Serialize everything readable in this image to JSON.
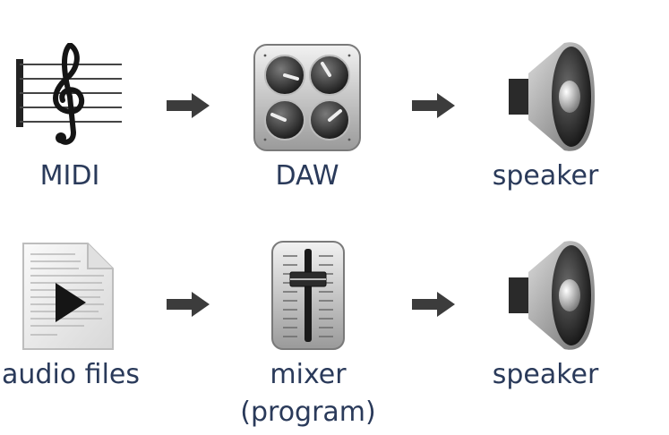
{
  "rows": [
    {
      "items": [
        {
          "label": "MIDI",
          "icon": "sheet-music-icon"
        },
        {
          "label": "DAW",
          "icon": "knobs-icon"
        },
        {
          "label": "speaker",
          "icon": "speaker-icon"
        }
      ]
    },
    {
      "items": [
        {
          "label": "audio files",
          "icon": "audio-file-icon"
        },
        {
          "label_line1": "mixer",
          "label_line2": "(program)",
          "icon": "fader-icon"
        },
        {
          "label": "speaker",
          "icon": "speaker-icon"
        }
      ]
    }
  ],
  "colors": {
    "label": "#2a3a5a",
    "arrow": "#3c3c3c"
  }
}
